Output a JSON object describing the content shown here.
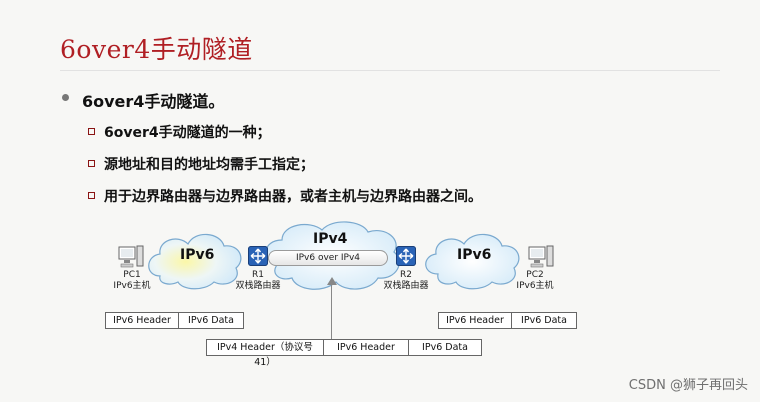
{
  "slide": {
    "title": "6over4手动隧道",
    "bullet_main": "6over4手动隧道。",
    "sub_bullets": [
      "6over4手动隧道的一种；",
      "源地址和目的地址均需手工指定；",
      "用于边界路由器与边界路由器，或者主机与边界路由器之间。"
    ]
  },
  "diagram": {
    "left_cloud": "IPv6",
    "center_cloud": "IPv4",
    "right_cloud": "IPv6",
    "tunnel_label": "IPv6 over IPv4",
    "pc1_name": "PC1",
    "pc1_desc": "IPv6主机",
    "r1_name": "R1",
    "r1_desc": "双栈路由器",
    "r2_name": "R2",
    "r2_desc": "双栈路由器",
    "pc2_name": "PC2",
    "pc2_desc": "IPv6主机",
    "left_packet": [
      "IPv6 Header",
      "IPv6 Data"
    ],
    "right_packet": [
      "IPv6 Header",
      "IPv6 Data"
    ],
    "tunnel_packet": [
      "IPv4 Header（协议号41）",
      "IPv6 Header",
      "IPv6 Data"
    ]
  },
  "watermark": "CSDN @狮子再回头",
  "colors": {
    "title": "#b01f24",
    "router": "#2a63b6",
    "cloud_fill": "#dff0fb",
    "left_cloud_glow": "#f7f3a0"
  }
}
